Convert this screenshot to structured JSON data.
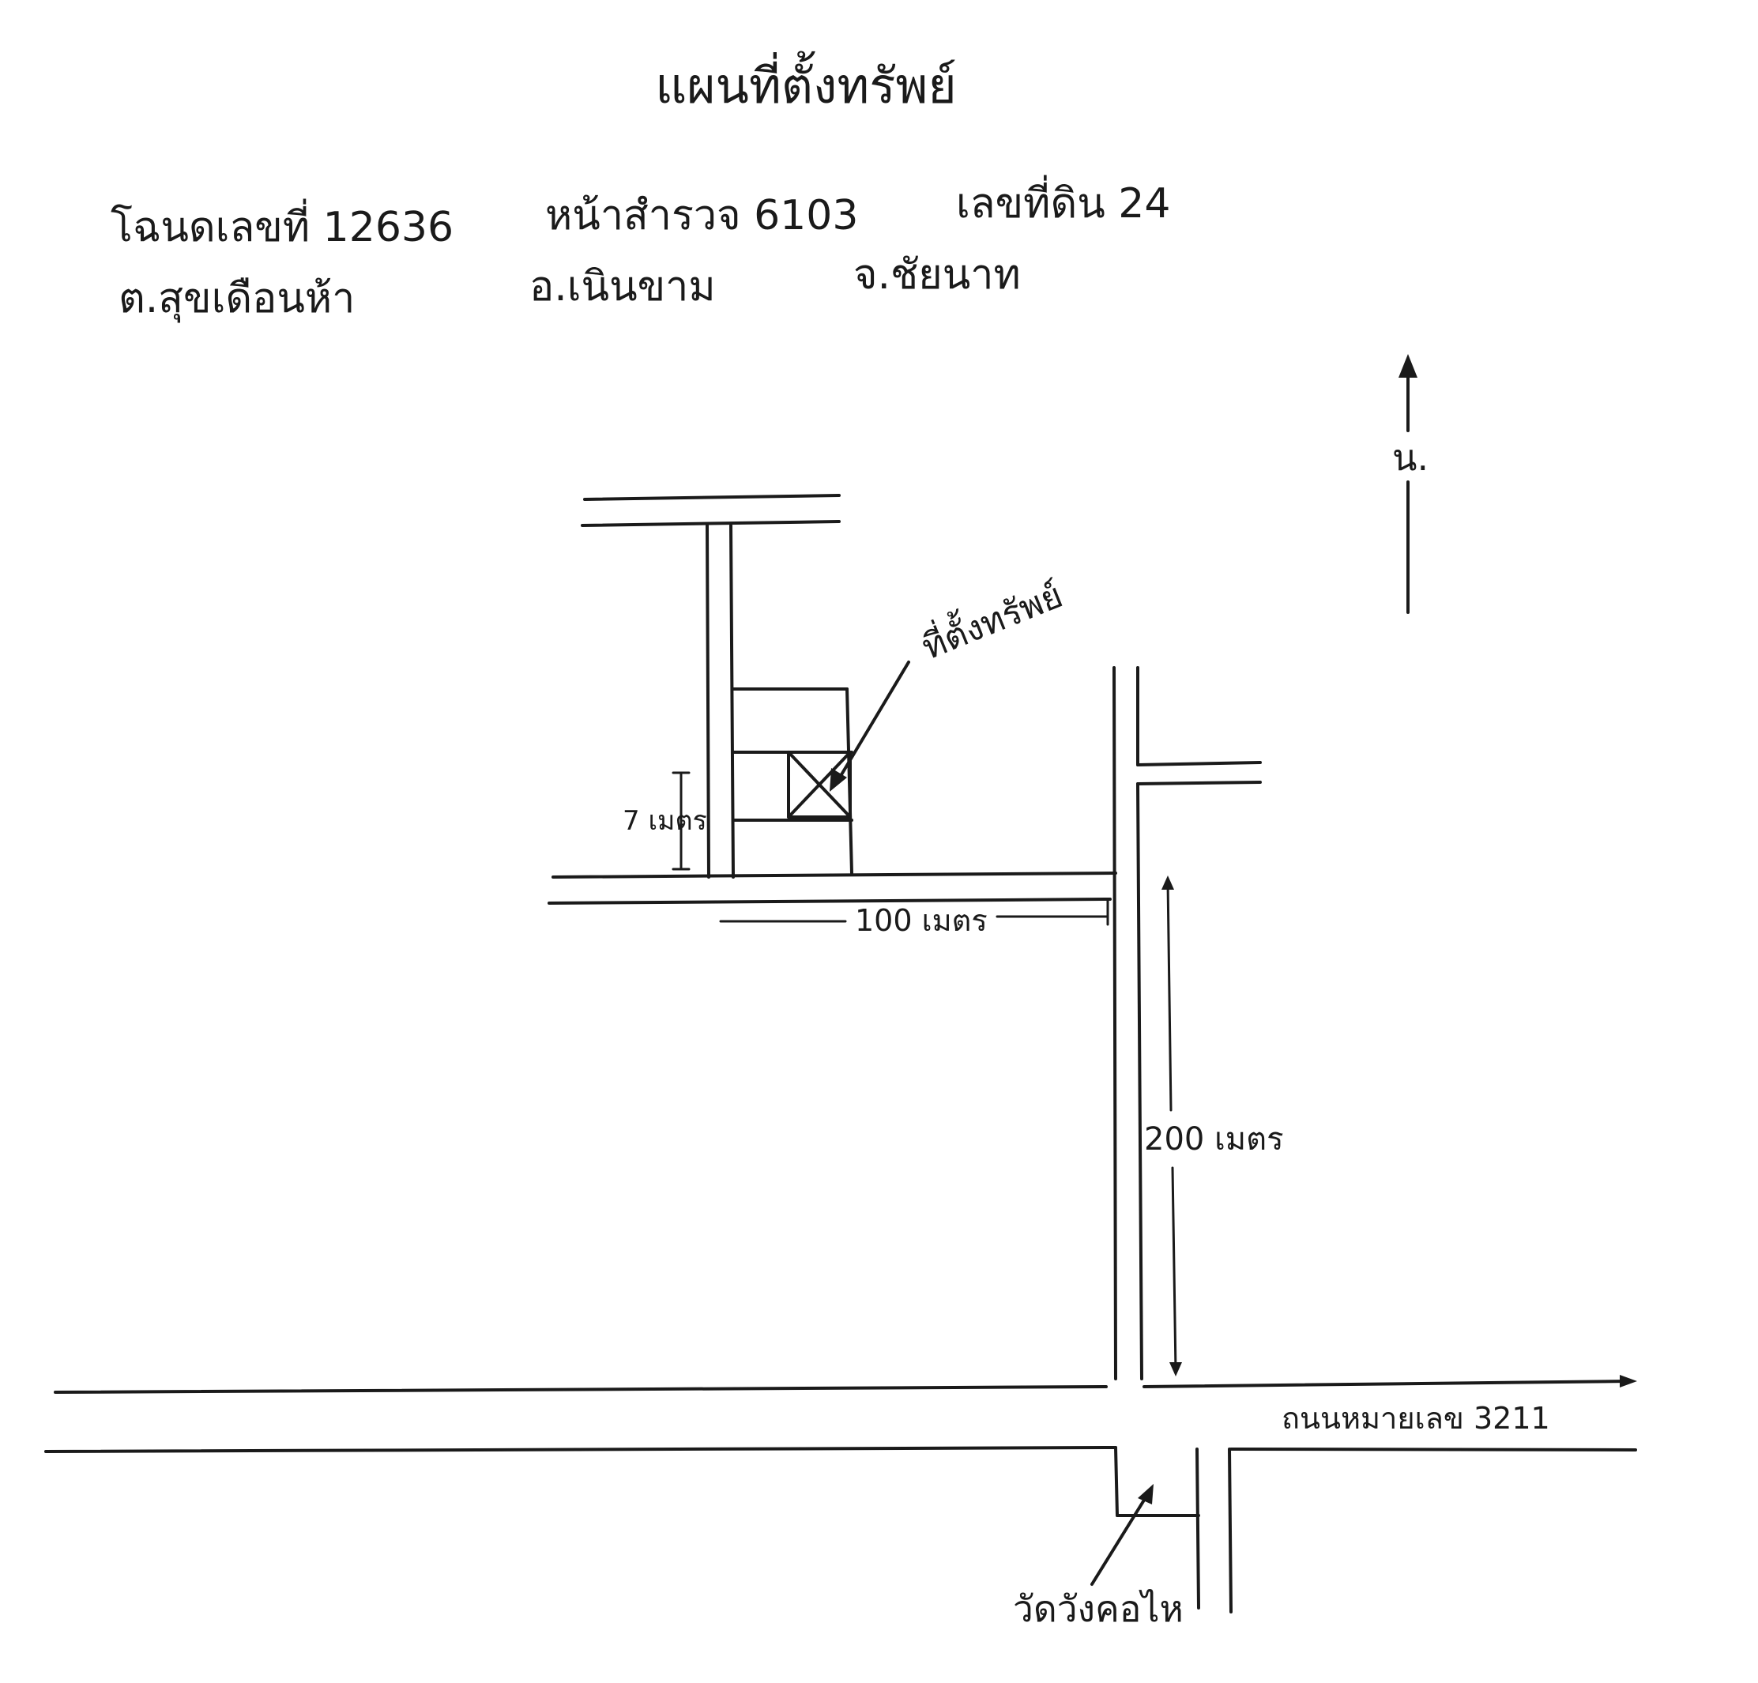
{
  "title": "แผนที่ตั้งทรัพย์",
  "deed": {
    "deed_no": "โฉนดเลขที่ 12636",
    "survey_no": "หน้าสำรวจ 6103",
    "land_no": "เลขที่ดิน 24"
  },
  "location": {
    "subdistrict": "ต.สุขเดือนห้า",
    "district": "อ.เนินขาม",
    "province": "จ.ชัยนาท"
  },
  "north_label": "น.",
  "labels": {
    "property": "ที่ตั้งทรัพย์",
    "width_7m": "7 เมตร",
    "dist_100m": "100 เมตร",
    "dist_200m": "200 เมตร",
    "highway": "ถนนหมายเลข 3211",
    "temple": "วัดวังคอไห"
  },
  "colors": {
    "ink": "#1a1a1a",
    "paper": "#ffffff"
  }
}
